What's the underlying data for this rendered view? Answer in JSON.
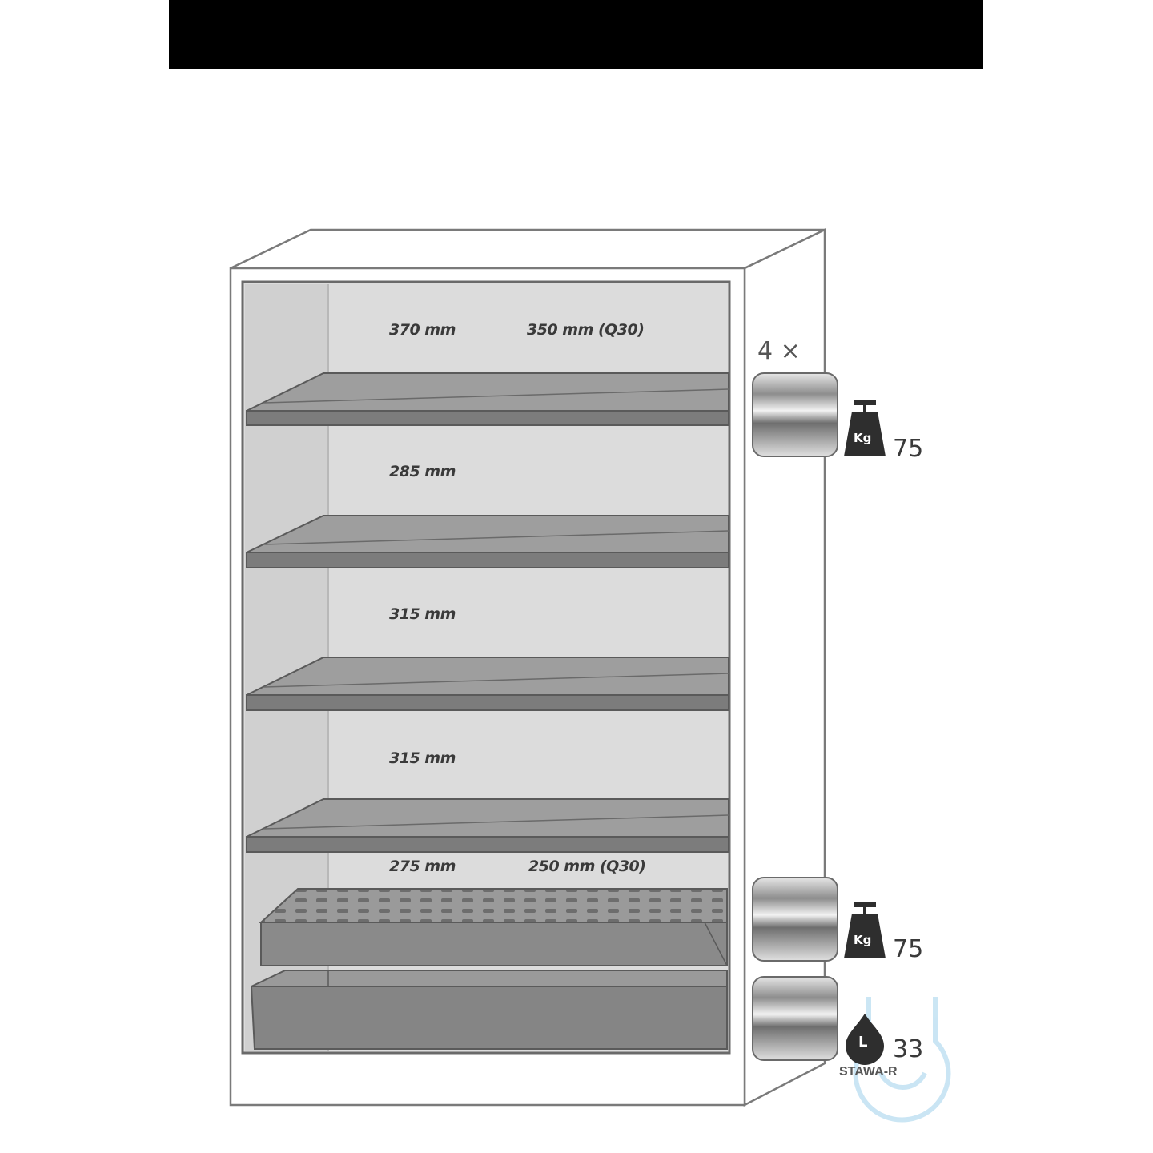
{
  "header_bar_color": "#000000",
  "shelf_labels": [
    {
      "height": "370 mm",
      "alt": "350 mm (Q30)"
    },
    {
      "height": "285 mm",
      "alt": ""
    },
    {
      "height": "315 mm",
      "alt": ""
    },
    {
      "height": "315 mm",
      "alt": ""
    },
    {
      "height": "275 mm",
      "alt": "250 mm (Q30)"
    }
  ],
  "shelf_count_label": "4 ×",
  "shelf_load": {
    "unit_icon": "weight-icon",
    "unit_text": "Kg",
    "value": "75"
  },
  "tray_load": {
    "unit_icon": "weight-icon",
    "unit_text": "Kg",
    "value": "75"
  },
  "sump_capacity": {
    "unit_icon": "liquid-drop-icon",
    "unit_text": "L",
    "value": "33",
    "standard": "STAWA-R"
  },
  "watermark_icon": "flask-logo-icon",
  "colors": {
    "interior": "#d9d9d9",
    "shelf": "#8c8c8c",
    "cabinet_outline": "#7a7a7a",
    "icon": "#2e2e2e"
  }
}
